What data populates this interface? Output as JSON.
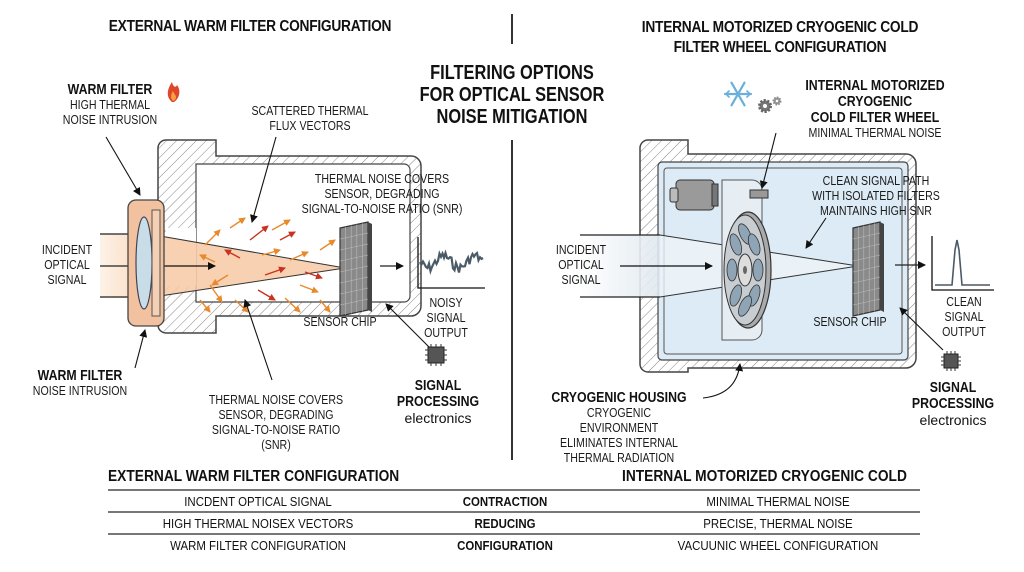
{
  "left_panel": {
    "heading": "EXTERNAL WARM FILTER CONFIGURATION",
    "warm_filter_top": {
      "title": "WARM FILTER",
      "subtitle_line1": "HIGH THERMAL",
      "subtitle_line2": "NOISE INTRUSION",
      "icon": "flame-icon"
    },
    "scattered_flux": {
      "line1": "SCATTERED THERMAL",
      "line2": "FLUX VECTORS"
    },
    "thermal_noise_top": {
      "line1": "THERMAL NOISE COVERS",
      "line2": "SENSOR, DEGRADING",
      "line3": "SIGNAL-TO-NOISE RATIO (SNR)"
    },
    "incident": {
      "line1": "INCIDENT",
      "line2": "OPTICAL",
      "line3": "SIGNAL"
    },
    "sensor_chip": "SENSOR CHIP",
    "output": {
      "line1": "NOISY",
      "line2": "SIGNAL",
      "line3": "OUTPUT"
    },
    "warm_filter_bottom": {
      "title": "WARM FILTER",
      "subtitle": "NOISE INTRUSION"
    },
    "thermal_noise_bottom": {
      "line1": "THERMAL NOISE COVERS",
      "line2": "SENSOR, DEGRADING",
      "line3": "SIGNAL-TO-NOISE RATIO",
      "line4": "(SNR)"
    },
    "processing": {
      "line1": "SIGNAL",
      "line2": "PROCESSING",
      "line3": "electronics",
      "icon": "chip-icon"
    }
  },
  "center_title": {
    "line1": "FILTERING OPTIONS",
    "line2": "FOR OPTICAL SENSOR",
    "line3": "NOISE MITIGATION"
  },
  "right_panel": {
    "heading_line1": "INTERNAL MOTORIZED CRYOGENIC COLD",
    "heading_line2": "FILTER WHEEL CONFIGURATION",
    "wheel_label": {
      "line1": "INTERNAL MOTORIZED CRYOGENIC",
      "line2": "COLD FILTER WHEEL",
      "subtitle": "MINIMAL THERMAL NOISE",
      "icons": [
        "snowflake-icon",
        "gears-icon"
      ]
    },
    "clean_path": {
      "line1": "CLEAN SIGNAL PATH",
      "line2": "WITH ISOLATED FILTERS",
      "line3": "MAINTAINS HIGH SNR"
    },
    "incident": {
      "line1": "INCIDENT",
      "line2": "OPTICAL",
      "line3": "SIGNAL"
    },
    "sensor_chip": "SENSOR CHIP",
    "output": {
      "line1": "CLEAN",
      "line2": "SIGNAL",
      "line3": "OUTPUT"
    },
    "housing": {
      "title": "CRYOGENIC HOUSING",
      "line1": "CRYOGENIC ENVIRONMENT",
      "line2": "ELIMINATES INTERNAL",
      "line3": "THERMAL RADIATION"
    },
    "processing": {
      "line1": "SIGNAL",
      "line2": "PROCESSING",
      "line3": "electronics",
      "icon": "chip-icon"
    }
  },
  "comparison_table": {
    "left_header": "EXTERNAL WARM FILTER CONFIGURATION",
    "right_header": "INTERNAL MOTORIZED CRYOGENIC COLD",
    "rows": [
      {
        "left": "INCDENT OPTICAL SIGNAL",
        "middle": "CONTRACTION",
        "right": "MINIMAL THERMAL NOISE"
      },
      {
        "left": "HIGH THERMAL NOISEX VECTORS",
        "middle": "REDUCING",
        "right": "PRECISE, THERMAL NOISE"
      },
      {
        "left": "WARM FILTER CONFIGURATION",
        "middle": "CONFIGURATION",
        "right": "VACUUNIC WHEEL CONFIGURATION"
      }
    ]
  },
  "colors": {
    "warm_filter": "#f2c2a0",
    "warm_beam": "#fbe0c8",
    "thermal_arrow_orange": "#e8892a",
    "thermal_arrow_red": "#c8321e",
    "cryo_fill": "#dcebf5",
    "snowflake": "#6ab0dc",
    "sensor_gray": "#8a8a8a"
  }
}
